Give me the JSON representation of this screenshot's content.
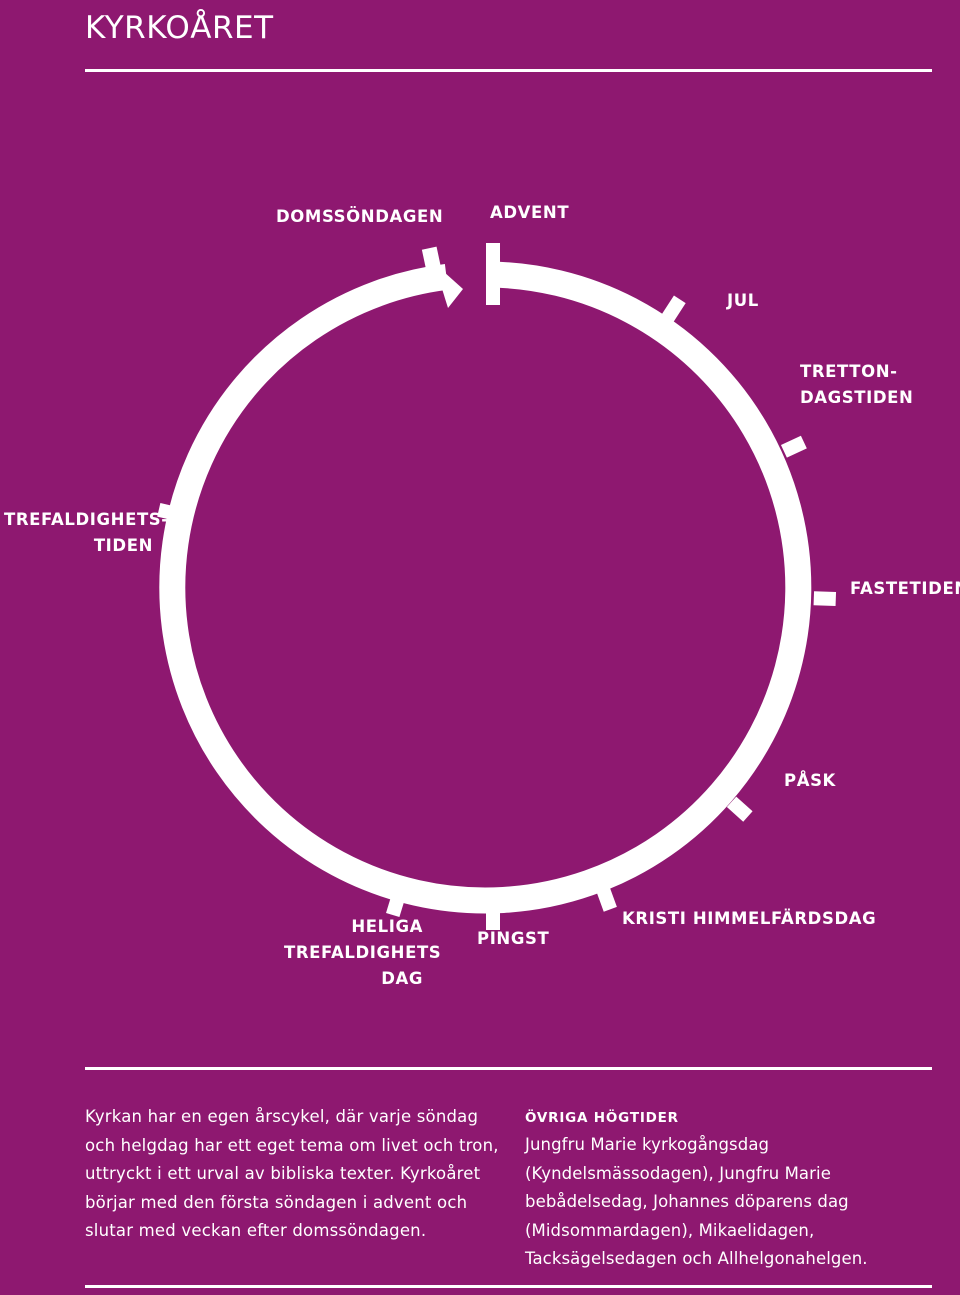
{
  "page": {
    "title": "KYRKOÅRET",
    "background": "#8e1870",
    "foreground": "#ffffff"
  },
  "cycle": {
    "segments": [
      {
        "id": "advent",
        "lines": [
          "ADVENT"
        ]
      },
      {
        "id": "jul",
        "lines": [
          "JUL"
        ]
      },
      {
        "id": "trettondagstiden",
        "lines": [
          "TRETTON-",
          "DAGSTIDEN"
        ]
      },
      {
        "id": "fastetiden",
        "lines": [
          "FASTETIDEN"
        ]
      },
      {
        "id": "pask",
        "lines": [
          "PÅSK"
        ]
      },
      {
        "id": "kristi-himmelfardsdag",
        "lines": [
          "KRISTI HIMMELFÄRDSDAG"
        ]
      },
      {
        "id": "pingst",
        "lines": [
          "PINGST"
        ]
      },
      {
        "id": "heliga-trefaldighets-dag",
        "lines": [
          "HELIGA",
          "TREFALDIGHETS",
          "DAG"
        ]
      },
      {
        "id": "trefaldighetstiden",
        "lines": [
          "TREFALDIGHETS-",
          "TIDEN"
        ]
      },
      {
        "id": "domssondagen",
        "lines": [
          "DOMSSÖNDAGEN"
        ]
      }
    ]
  },
  "intro": {
    "text": "Kyrkan har en egen årscykel, där varje söndag och helgdag har ett eget tema om livet och tron, uttryckt i ett urval av bibliska texter. Kyrkoåret börjar med den första söndagen i advent och slutar med veckan efter domssöndagen."
  },
  "other_holidays": {
    "heading": "ÖVRIGA HÖGTIDER",
    "text": "Jungfru Marie kyrkogångsdag (Kyndelsmässodagen), Jungfru Marie bebådelsedag, Johannes döparens dag (Midsommardagen), Mikaelidagen, Tacksägelsedagen och Allhelgonahelgen."
  }
}
